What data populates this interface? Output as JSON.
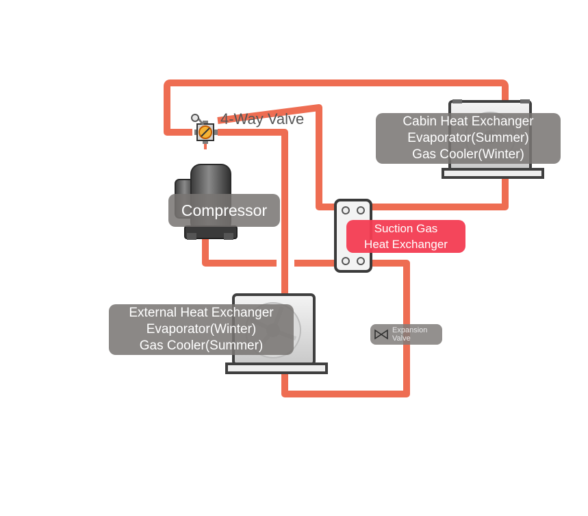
{
  "labels": {
    "four_way_valve": "4-Way Valve",
    "cabin": [
      "Cabin Heat Exchanger",
      "Evaporator(Summer)",
      "Gas Cooler(Winter)"
    ],
    "compressor": "Compressor",
    "suction": [
      "Suction Gas",
      "Heat Exchanger"
    ],
    "external": [
      "External Heat Exchanger",
      "Evaporator(Winter)",
      "Gas Cooler(Summer)"
    ],
    "expansion": [
      "Expansion",
      "Valve"
    ]
  },
  "icons": {
    "four_way_valve": "four-way-valve-icon",
    "compressor": "compressor-icon",
    "cabin_unit": "cabin-heat-exchanger-icon",
    "external_unit": "external-heat-exchanger-icon",
    "plate_exchanger": "plate-heat-exchanger-icon",
    "expansion_valve": "expansion-valve-icon"
  },
  "colors": {
    "pipe": "#ee6d52",
    "suction_label": "#f33c52",
    "component_label": "#787472",
    "valve_label_text": "#555555"
  }
}
